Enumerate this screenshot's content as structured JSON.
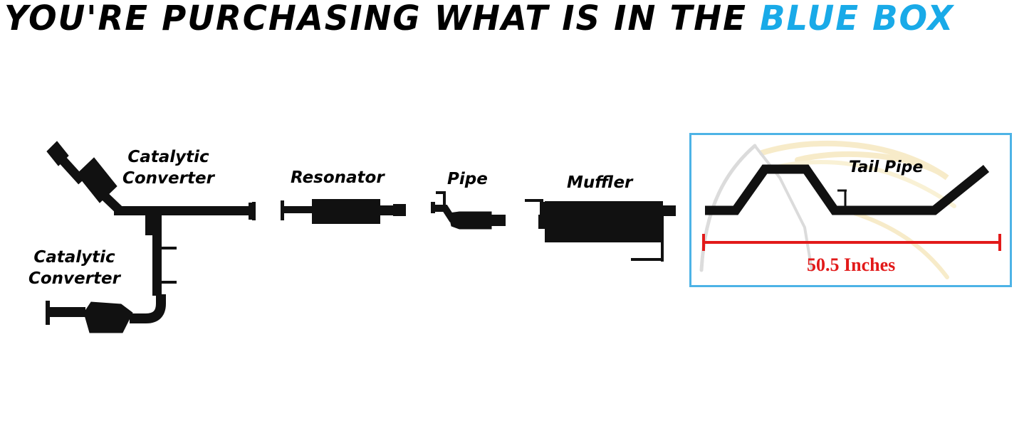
{
  "header": {
    "text_main": "YOU'RE PURCHASING WHAT IS IN THE",
    "text_highlight": "BLUE BOX",
    "highlight_color": "#19aae8"
  },
  "labels": {
    "cat_converter_upper": [
      "Catalytic",
      "Converter"
    ],
    "cat_converter_lower": [
      "Catalytic",
      "Converter"
    ],
    "resonator": "Resonator",
    "pipe": "Pipe",
    "muffler": "Muffler",
    "tail_pipe": "Tail Pipe"
  },
  "measurement": {
    "text": "50.5 Inches",
    "color": "#e21a1a"
  },
  "colors": {
    "box_border": "#4db3e6",
    "part_fill": "#111111"
  }
}
